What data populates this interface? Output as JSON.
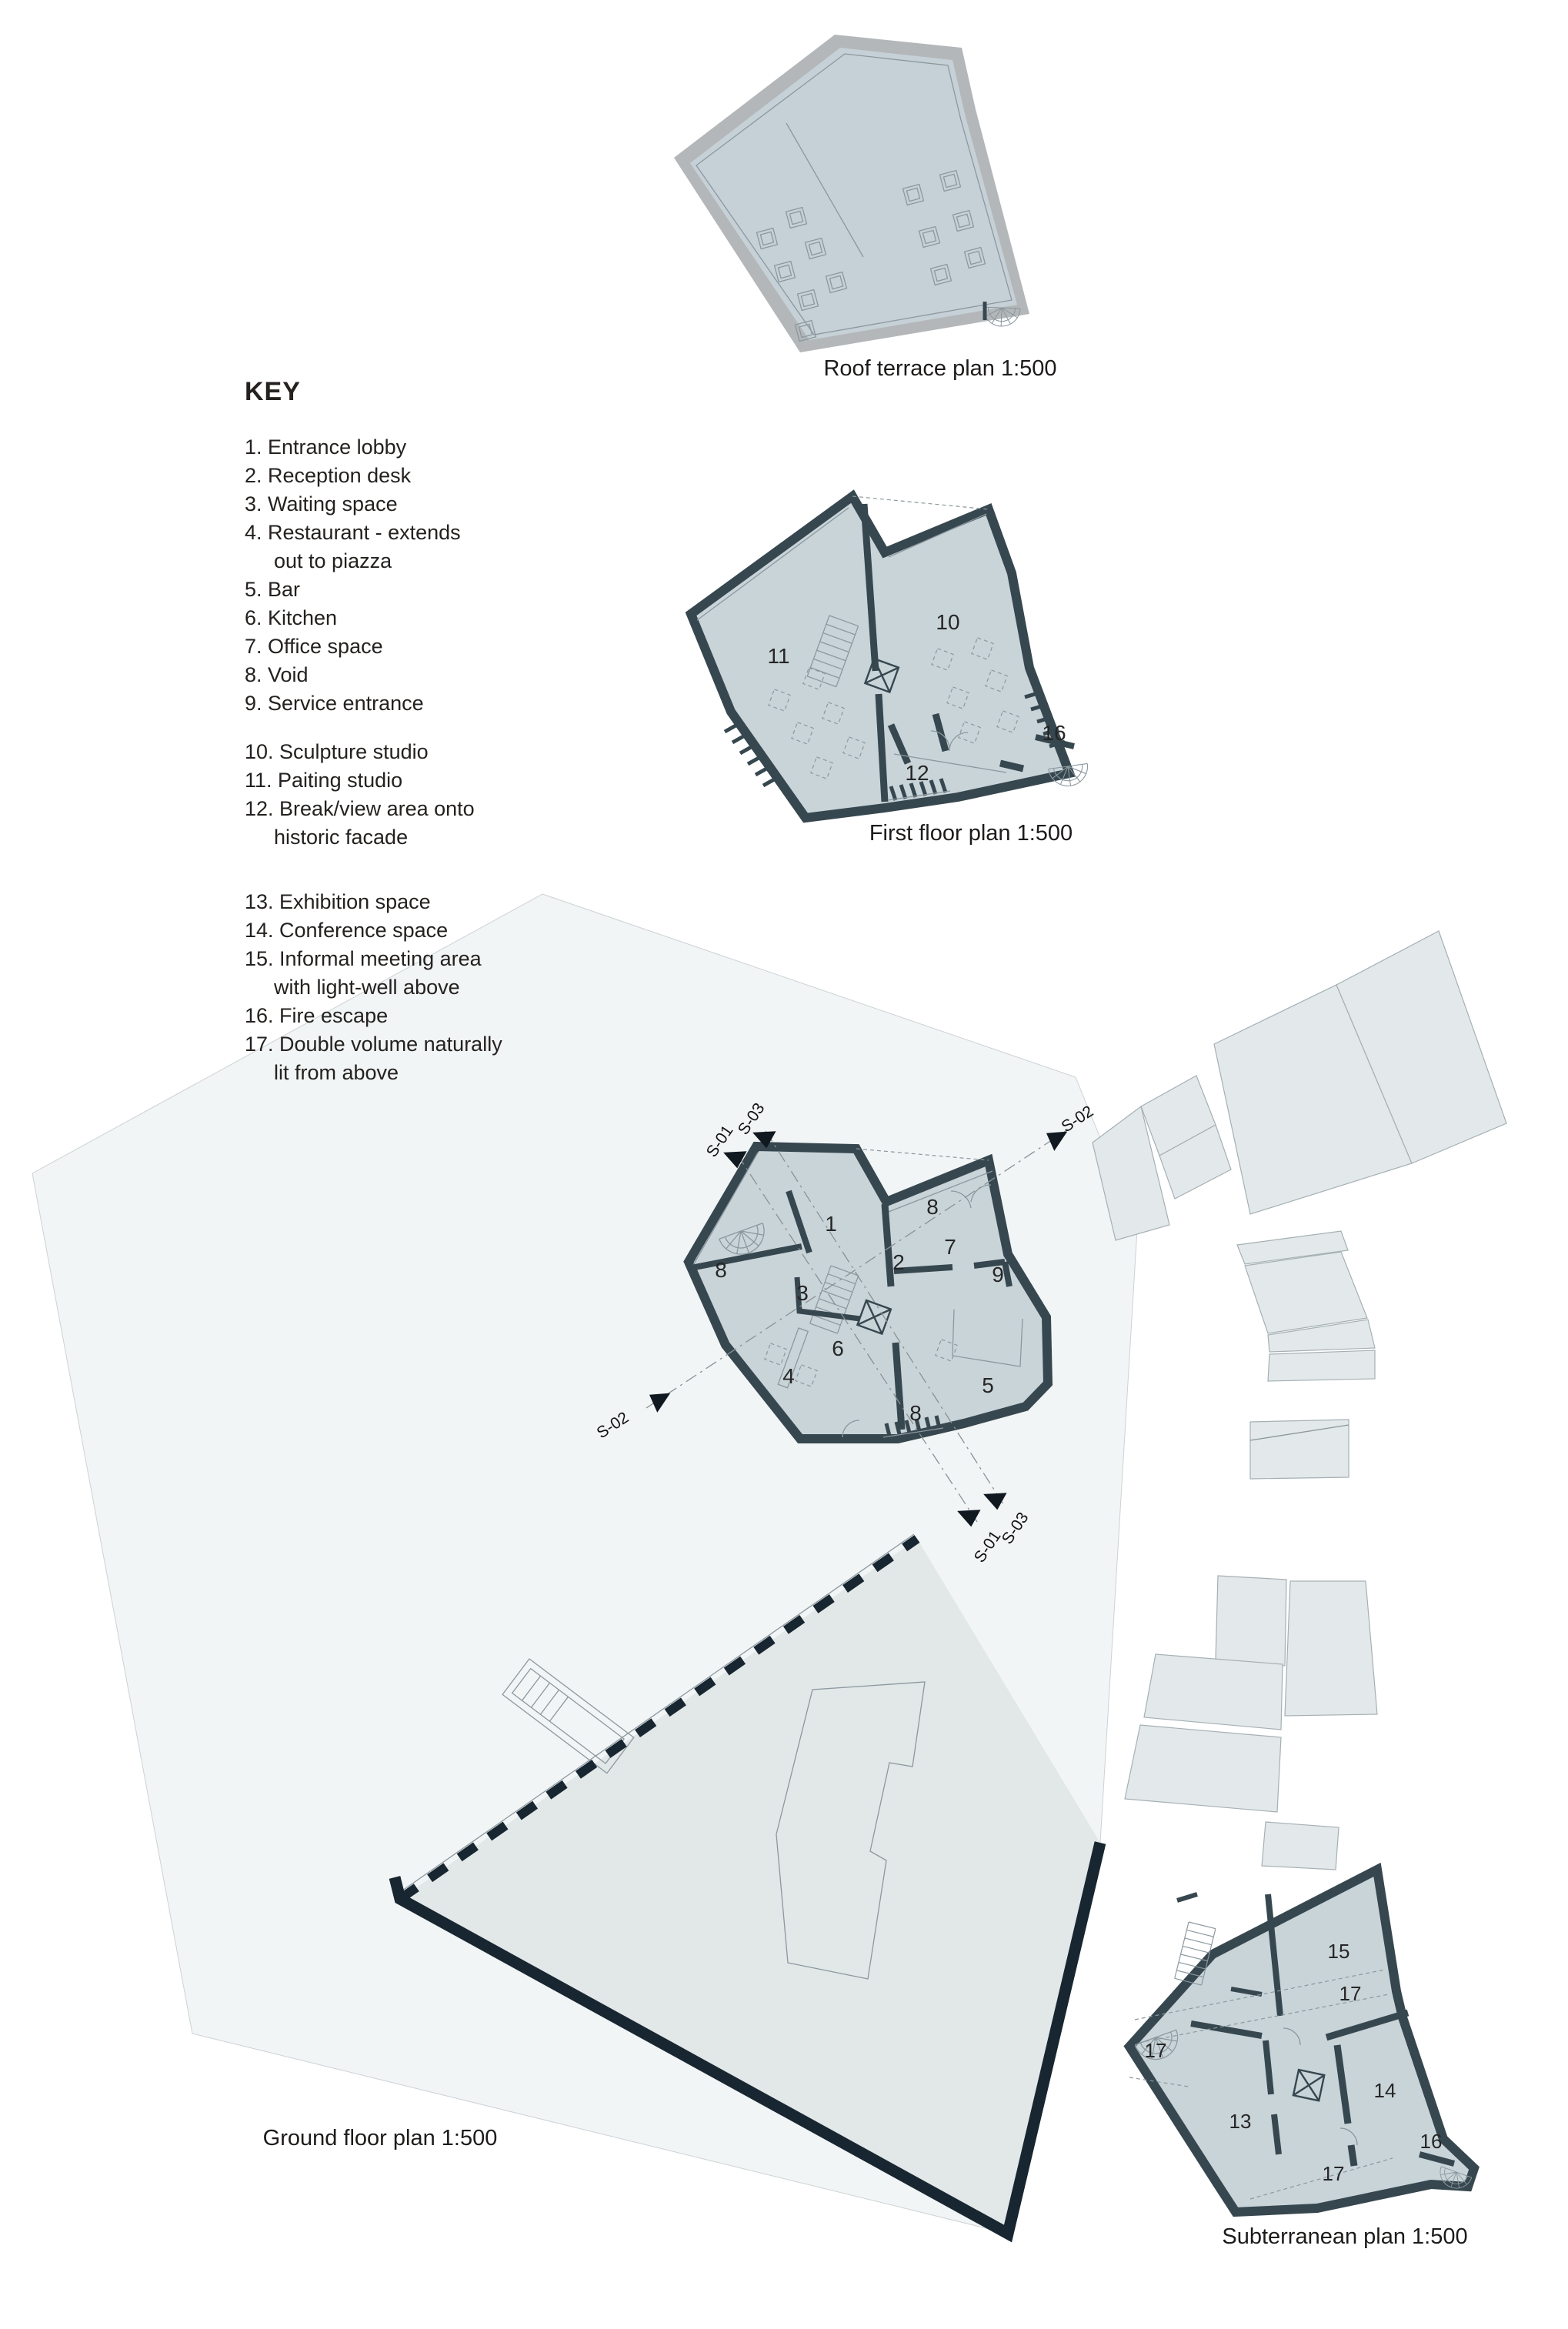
{
  "key": {
    "heading": "KEY",
    "group1": [
      "1. Entrance lobby",
      "2. Reception desk",
      "3. Waiting space",
      "4. Restaurant - extends",
      "out to piazza",
      "5. Bar",
      "6. Kitchen",
      "7. Office space",
      "8. Void",
      "9. Service entrance"
    ],
    "group2": [
      "10. Sculpture studio",
      "11. Paiting studio",
      "12. Break/view area onto",
      "historic facade"
    ],
    "group3": [
      "13. Exhibition space",
      "14. Conference space",
      "15. Informal meeting area",
      "with light-well above",
      "16. Fire escape",
      "17. Double volume naturally",
      "lit from above"
    ]
  },
  "plans": {
    "roof": {
      "title": "Roof terrace plan 1:500"
    },
    "first": {
      "title": "First floor plan 1:500",
      "rooms": {
        "r10": "10",
        "r11": "11",
        "r12": "12",
        "r16": "16"
      }
    },
    "ground": {
      "title": "Ground floor plan 1:500",
      "rooms": {
        "r1": "1",
        "r2": "2",
        "r3": "3",
        "r4": "4",
        "r5": "5",
        "r6": "6",
        "r7": "7",
        "r8a": "8",
        "r8b": "8",
        "r8c": "8",
        "r9": "9"
      }
    },
    "sub": {
      "title": "Subterranean plan 1:500",
      "rooms": {
        "r13": "13",
        "r14": "14",
        "r15": "15",
        "r16": "16",
        "r17a": "17",
        "r17b": "17",
        "r17c": "17"
      }
    }
  },
  "sections": {
    "s01": "S-01",
    "s02": "S-02",
    "s03": "S-03"
  },
  "colors": {
    "wall": "#37474f",
    "plan_fill": "#c9d4d9",
    "roof_fill": "#c6d1d7",
    "roof_edge": "#b4b7b9",
    "site_fill": "#f2f5f6",
    "piazza_fill": "#e2e7e8",
    "piazza_edge": "#172630",
    "context_fill": "#e3e8ea",
    "context_edge": "#a5b0b4",
    "ink": "#24211f",
    "line": "#8b989e"
  }
}
